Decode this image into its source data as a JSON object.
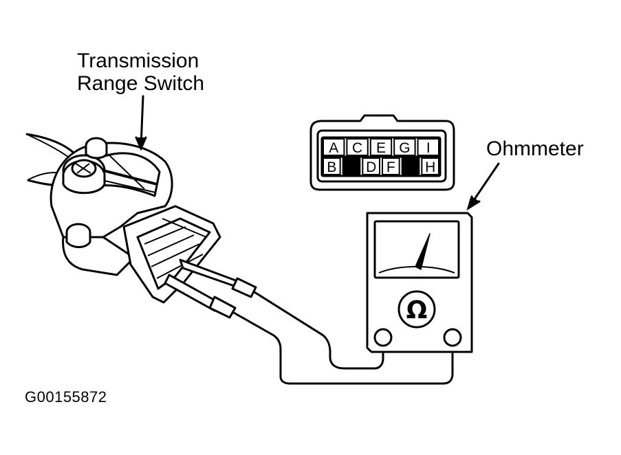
{
  "labels": {
    "switch_line1": "Transmission",
    "switch_line2": "Range Switch",
    "meter": "Ohmmeter",
    "figure_code": "G00155872"
  },
  "connector": {
    "top_row": [
      "A",
      "C",
      "E",
      "G",
      "I"
    ],
    "bottom_row": [
      "B",
      "",
      "D",
      "F",
      "",
      "H"
    ]
  },
  "meter": {
    "symbol": "Ω",
    "icon": "ohm-symbol-icon"
  },
  "colors": {
    "line": "#000000",
    "background": "#ffffff"
  }
}
